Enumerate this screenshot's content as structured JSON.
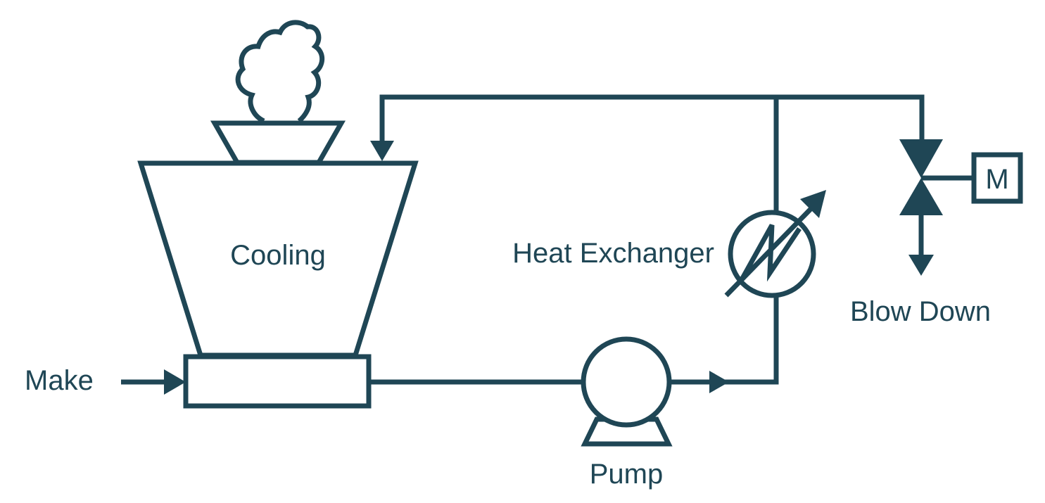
{
  "labels": {
    "cooling": "Cooling",
    "heat_exchanger": "Heat Exchanger",
    "blow_down": "Blow Down",
    "make": "Make",
    "pump": "Pump",
    "motor": "M"
  },
  "colors": {
    "stroke": "#1f4655",
    "background": "#ffffff"
  }
}
